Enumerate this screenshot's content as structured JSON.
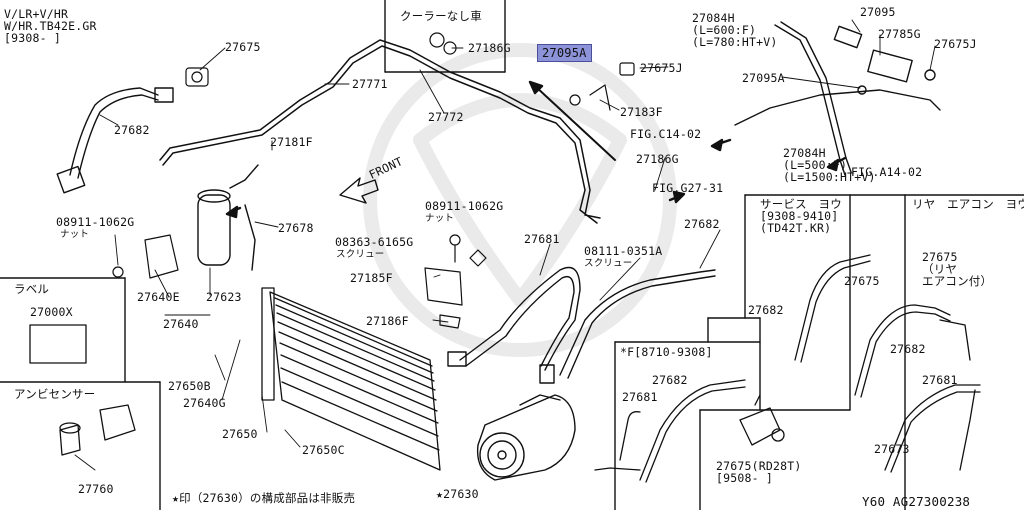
{
  "diagram": {
    "code": "Y60  AG27300238",
    "footnote": "★印（27630）の構成部品は非販売",
    "front_label": "FRONT",
    "header_variant": [
      "V/LR+V/HR",
      "W/HR.TB42E.GR",
      "[9308-     ]"
    ],
    "no_cooler_label": "クーラーなし車",
    "label_section": "ラベル",
    "ambient_section": "アンビセンサー",
    "service_section": [
      "サービス　ヨウ",
      "[9308-9410]",
      "(TD42T.KR)"
    ],
    "rear_ac_section": "リヤ　エアコン　ヨウ",
    "rear_ac_note": [
      "27675",
      "（リヤ",
      "エアコン付）"
    ],
    "f_section": "*F[8710-9308]",
    "rd28t_note": [
      "27675(RD28T)",
      "[9508-     ]"
    ],
    "fig_refs": [
      "FIG.C14-02",
      "FIG.G27-31",
      "FIG.A14-02"
    ],
    "nut_label": "ナット",
    "screw_label": "スクリュー",
    "hose_27084_top": [
      "27084H",
      "(L=600:F)",
      "(L=780:HT+V)"
    ],
    "hose_27084_bottom": [
      "27084H",
      "(L=500:F)",
      "(L=1500:HT+V)"
    ],
    "highlighted_part": "27095A",
    "parts": {
      "p27675a": "27675",
      "p27682a": "27682",
      "p27771": "27771",
      "p27186g": "27186G",
      "p27772": "27772",
      "p27675j": "27675J",
      "p27183f": "27183F",
      "p27181f": "27181F",
      "p27095": "27095",
      "p27785g": "27785G",
      "p27675j2": "27675J",
      "p27095a2": "27095A",
      "p27186g2": "27186G",
      "p27682b": "27682",
      "p27678": "27678",
      "p08911a": "08911-1062G",
      "p08911b": "08911-1062G",
      "p08363": "08363-6165G",
      "p27681a": "27681",
      "p08111": "08111-0351A",
      "p27640e": "27640E",
      "p27623": "27623",
      "p27640": "27640",
      "p27185f": "27185F",
      "p27186f": "27186F",
      "p27000x": "27000X",
      "p27650b": "27650B",
      "p27640g": "27640G",
      "p27650": "27650",
      "p27650c": "27650C",
      "p27760": "27760",
      "p27630": "★27630",
      "p27682c": "27682",
      "p27675b": "27675",
      "p27682d": "27682",
      "p27681b": "27681",
      "p27673": "27673",
      "p27681c": "27681",
      "p27682e": "27682"
    }
  }
}
